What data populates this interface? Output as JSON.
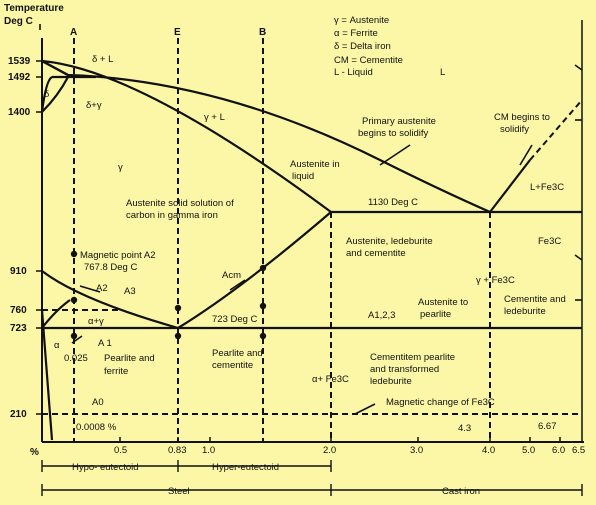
{
  "axis": {
    "title_line1": "Temperature",
    "title_line2": "Deg C",
    "pct_symbol": "%",
    "temps": [
      "1539",
      "1492",
      "1400",
      "910",
      "760",
      "723",
      "210"
    ],
    "carbon": [
      "0.5",
      "0.83",
      "1.0",
      "2.0",
      "3.0",
      "4.0",
      "5.0",
      "6.0",
      "6.5"
    ]
  },
  "columns": {
    "a": "A",
    "e": "E",
    "b": "B"
  },
  "legend": {
    "gamma": "γ = Austenite",
    "alpha": "α = Ferrite",
    "delta": "δ = Delta iron",
    "cm": "CM = Cementite",
    "l": "L - Liquid",
    "l_short": "L"
  },
  "regions": {
    "delta": "δ",
    "delta_l": "δ + L",
    "delta_gamma": "δ+γ",
    "gamma_l": "γ + L",
    "gamma": "γ",
    "primary1": "Primary austenite",
    "primary2": "begins to solidify",
    "aus_liq1": "Austenite in",
    "aus_liq2": "liquid",
    "cm_begins1": "CM begins to",
    "cm_begins2": "solidify",
    "l_fe3c": "L+Fe3C",
    "ss1": "Austenite solid solution of",
    "ss2": "carbon in gamma iron",
    "t1130": "1130 Deg C",
    "aus_led1": "Austenite, ledeburite",
    "aus_led2": "and cementite",
    "fe3c": "Fe3C",
    "g_fe3c": "γ + Fe3C",
    "mag1": "Magnetic point A2",
    "mag2": "767.8 Deg C",
    "acm": "Acm",
    "a2": "A2",
    "a3": "A3",
    "a_g": "α+γ",
    "t723": "723 Deg C",
    "aus_pearl1": "Austenite to",
    "aus_pearl2": "pearlite",
    "a123": "A1,2,3",
    "cem_led1": "Cementite and",
    "cem_led2": "ledeburite",
    "alpha": "α",
    "a1": "A 1",
    "c0025": "0.025",
    "pf1": "Pearlite and",
    "pf2": "ferrite",
    "pc1": "Pearlite and",
    "pc2": "cementite",
    "a_fe3c": "α+ Fe3C",
    "cp1": "Cementitem pearlite",
    "cp2": "and transformed",
    "cp3": "ledeburite",
    "a0": "A0",
    "c00008": "0.0008 %",
    "mag_fe3c": "Magnetic change of Fe3C",
    "c43": "4.3",
    "c667": "6.67"
  },
  "bottom": {
    "hypo": "Hypo- eutectoid",
    "hyper": "Hyper-eutectoid",
    "steel": "Steel",
    "cast": "Cast iron"
  }
}
